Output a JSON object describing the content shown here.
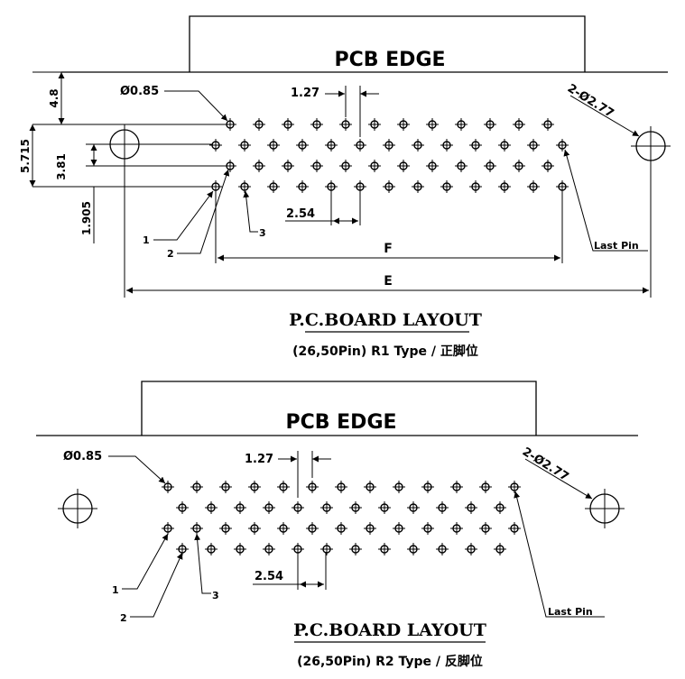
{
  "top": {
    "edge_label": "PCB EDGE",
    "hole_dia": "Ø0.85",
    "pitch_x": "1.27",
    "mount_hole": "2-Ø2.77",
    "dim_4_8": "4.8",
    "dim_5_715": "5.715",
    "dim_3_81": "3.81",
    "dim_1_905": "1.905",
    "dim_2_54": "2.54",
    "pin1": "1",
    "pin2": "2",
    "pin3": "3",
    "last_pin": "Last Pin",
    "dim_f": "F",
    "dim_e": "E",
    "title": "P.C.BOARD LAYOUT",
    "subtitle": "(26,50Pin) R1 Type / 正脚位"
  },
  "bottom": {
    "edge_label": "PCB EDGE",
    "hole_dia": "Ø0.85",
    "pitch_x": "1.27",
    "mount_hole": "2-Ø2.77",
    "dim_2_54": "2.54",
    "pin1": "1",
    "pin2": "2",
    "pin3": "3",
    "last_pin": "Last Pin",
    "title": "P.C.BOARD LAYOUT",
    "subtitle": "(26,50Pin) R2 Type / 反脚位"
  },
  "pin_rows": {
    "top": [
      {
        "start": 255,
        "count": 12
      },
      {
        "start": 239,
        "count": 13
      },
      {
        "start": 255,
        "count": 12
      },
      {
        "start": 239,
        "count": 13
      }
    ],
    "bottom": [
      {
        "start": 186,
        "count": 13
      },
      {
        "start": 202,
        "count": 12
      },
      {
        "start": 186,
        "count": 13
      },
      {
        "start": 202,
        "count": 12
      }
    ]
  }
}
